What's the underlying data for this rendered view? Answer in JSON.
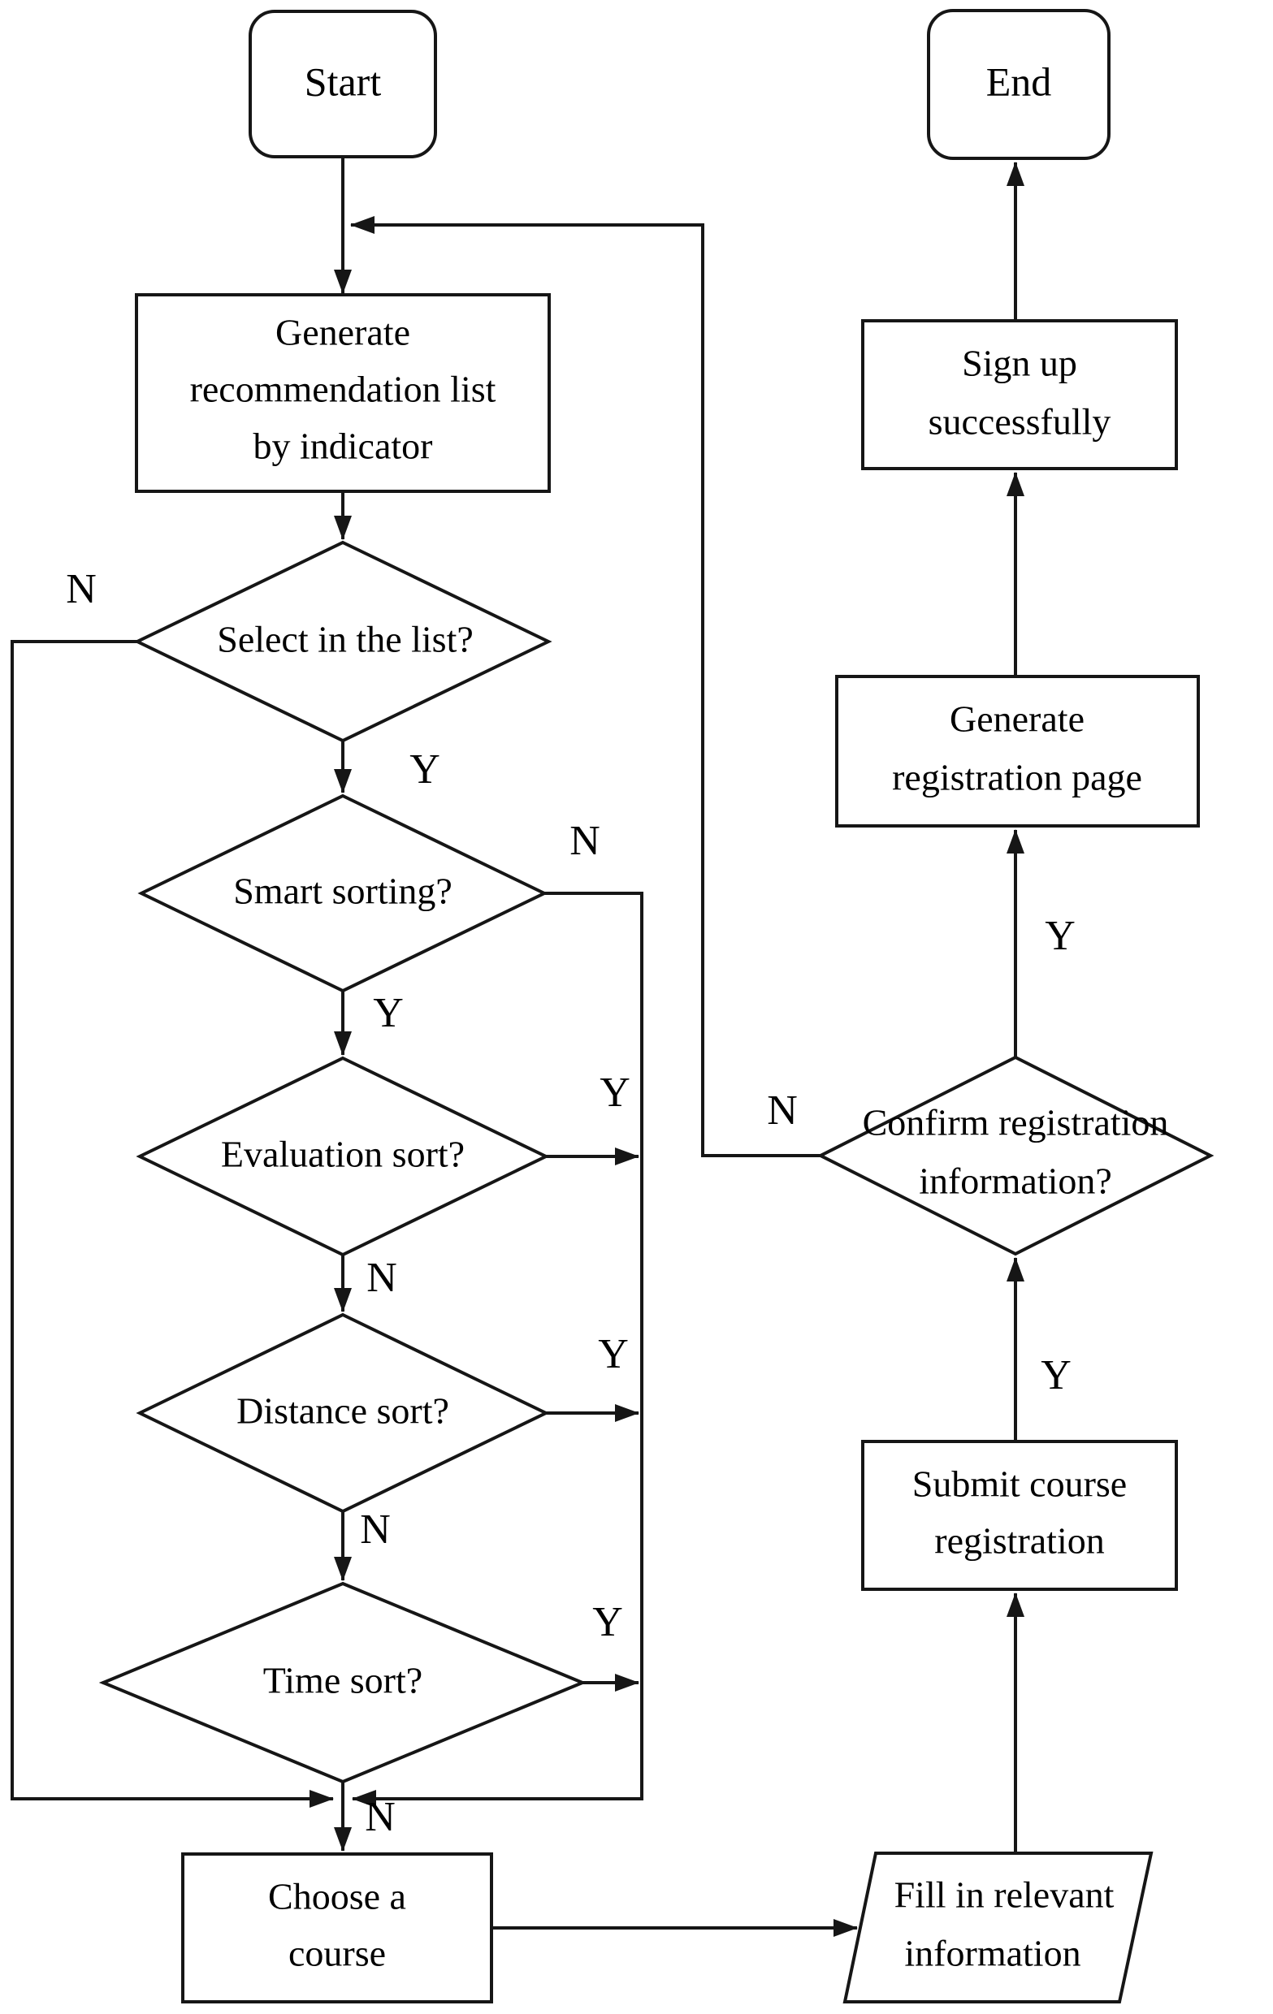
{
  "nodes": {
    "start": {
      "type": "terminator",
      "label": "Start"
    },
    "generate_list": {
      "type": "process",
      "lines": [
        "Generate",
        "recommendation list",
        "by indicator"
      ]
    },
    "select_in_list": {
      "type": "decision",
      "label": "Select in the list?"
    },
    "smart_sorting": {
      "type": "decision",
      "label": "Smart sorting?"
    },
    "evaluation_sort": {
      "type": "decision",
      "label": "Evaluation sort?"
    },
    "distance_sort": {
      "type": "decision",
      "label": "Distance sort?"
    },
    "time_sort": {
      "type": "decision",
      "label": "Time sort?"
    },
    "choose_course": {
      "type": "process",
      "lines": [
        "Choose a",
        "course"
      ]
    },
    "fill_information": {
      "type": "io",
      "lines": [
        "Fill in relevant",
        "information"
      ]
    },
    "submit_registration": {
      "type": "process",
      "lines": [
        "Submit course",
        "registration"
      ]
    },
    "confirm_information": {
      "type": "decision",
      "lines": [
        "Confirm registration",
        "information?"
      ]
    },
    "generate_registration_page": {
      "type": "process",
      "lines": [
        "Generate",
        "registration page"
      ]
    },
    "sign_up": {
      "type": "process",
      "lines": [
        "Sign up",
        "successfully"
      ]
    },
    "end": {
      "type": "terminator",
      "label": "End"
    }
  },
  "edges": [
    {
      "from": "start",
      "to": "generate_list",
      "label": ""
    },
    {
      "from": "generate_list",
      "to": "select_in_list",
      "label": ""
    },
    {
      "from": "select_in_list",
      "to": "smart_sorting",
      "label": "Y"
    },
    {
      "from": "select_in_list",
      "to": "choose_course",
      "label": "N"
    },
    {
      "from": "smart_sorting",
      "to": "evaluation_sort",
      "label": "Y"
    },
    {
      "from": "smart_sorting",
      "to": "choose_course",
      "label": "N"
    },
    {
      "from": "evaluation_sort",
      "to": "choose_course",
      "label": "Y"
    },
    {
      "from": "evaluation_sort",
      "to": "distance_sort",
      "label": "N"
    },
    {
      "from": "distance_sort",
      "to": "choose_course",
      "label": "Y"
    },
    {
      "from": "distance_sort",
      "to": "time_sort",
      "label": "N"
    },
    {
      "from": "time_sort",
      "to": "choose_course",
      "label": "Y"
    },
    {
      "from": "time_sort",
      "to": "choose_course",
      "label": "N"
    },
    {
      "from": "choose_course",
      "to": "fill_information",
      "label": ""
    },
    {
      "from": "fill_information",
      "to": "submit_registration",
      "label": ""
    },
    {
      "from": "submit_registration",
      "to": "confirm_information",
      "label": "Y"
    },
    {
      "from": "confirm_information",
      "to": "generate_registration_page",
      "label": "Y"
    },
    {
      "from": "confirm_information",
      "to": "generate_list",
      "label": "N"
    },
    {
      "from": "generate_registration_page",
      "to": "sign_up",
      "label": ""
    },
    {
      "from": "sign_up",
      "to": "end",
      "label": ""
    }
  ],
  "colors": {
    "background": "#ffffff",
    "stroke": "#161616",
    "text": "#000000"
  }
}
